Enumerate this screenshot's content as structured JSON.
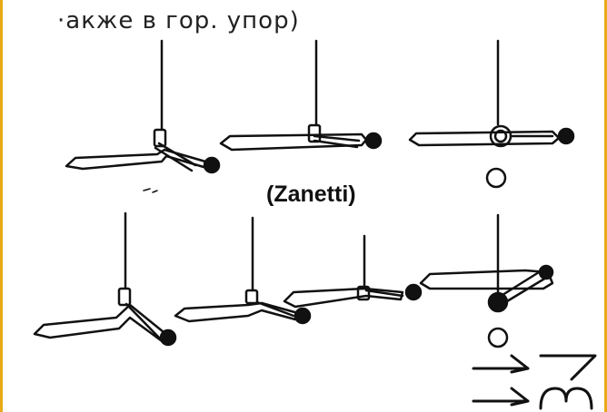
{
  "captions": {
    "top": "·акже в гор. упор)",
    "name": "(Zanetti)"
  },
  "colors": {
    "border": "#e8a917",
    "ink": "#111111"
  },
  "figures": {
    "row1": [
      "pose-1",
      "pose-2",
      "pose-3"
    ],
    "row2": [
      "pose-4",
      "pose-5",
      "pose-6",
      "pose-7"
    ]
  },
  "symbols": [
    "circle",
    "circle",
    "arrow",
    "arrow"
  ]
}
